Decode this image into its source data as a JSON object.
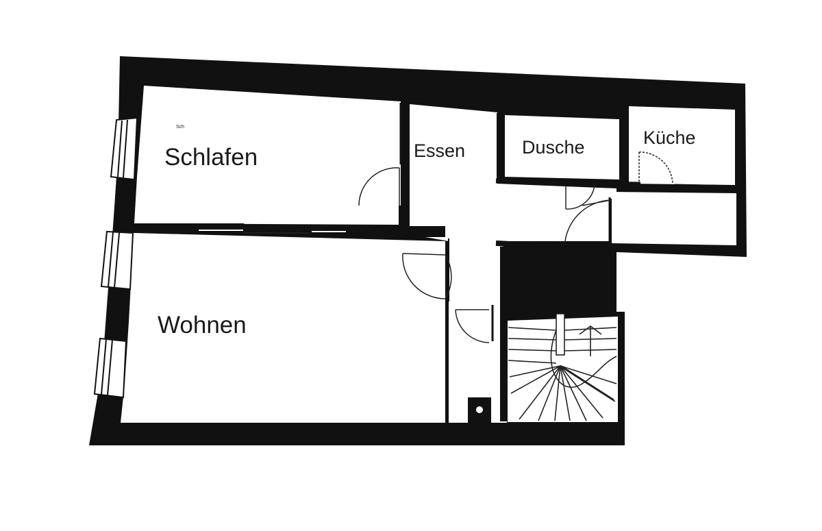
{
  "rooms": {
    "schlafen": "Schlafen",
    "schlafen_note": "Sch",
    "essen": "Essen",
    "dusche": "Dusche",
    "kueche": "Küche",
    "wohnen": "Wohnen"
  },
  "colors": {
    "wall": "#111111",
    "paper": "#ffffff",
    "line": "#222222"
  }
}
